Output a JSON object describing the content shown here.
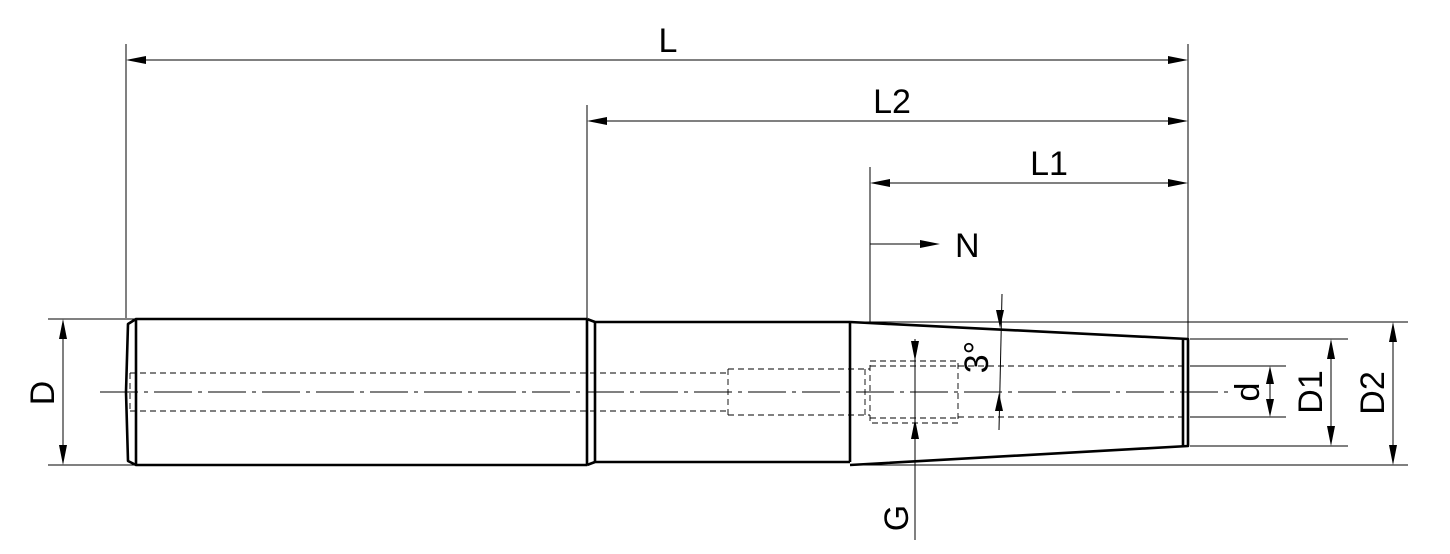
{
  "labels": {
    "L": "L",
    "L2": "L2",
    "L1": "L1",
    "N": "N",
    "D": "D",
    "d": "d",
    "D1": "D1",
    "D2": "D2",
    "G": "G",
    "angle": "3°"
  }
}
